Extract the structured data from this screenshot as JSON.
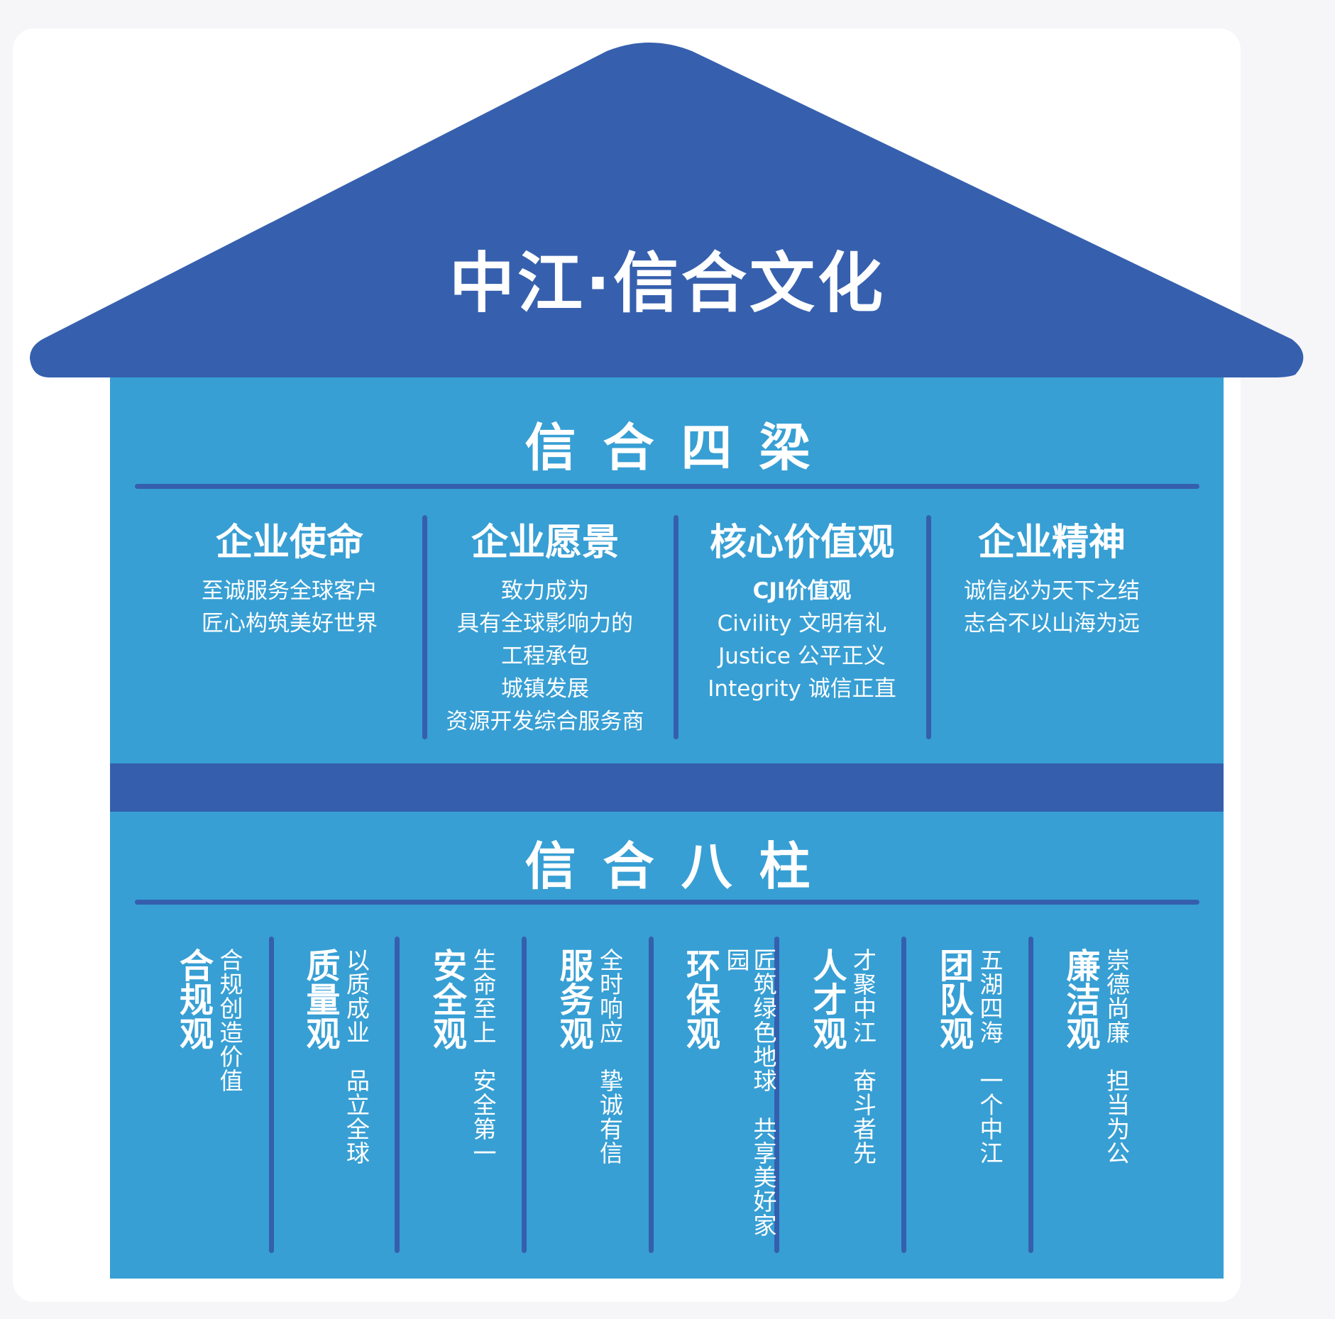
{
  "title": "中江·信合文化",
  "colors": {
    "roof": "#3660ae",
    "body": "#379fd4",
    "band": "#355fad"
  },
  "beams": {
    "title": "信合四梁",
    "items": [
      {
        "heading": "企业使命",
        "lines": [
          "至诚服务全球客户",
          "匠心构筑美好世界"
        ]
      },
      {
        "heading": "企业愿景",
        "lines": [
          "致力成为",
          "具有全球影响力的",
          "工程承包",
          "城镇发展",
          "资源开发综合服务商"
        ]
      },
      {
        "heading": "核心价值观",
        "lines": [
          "CJI价值观",
          "Civility 文明有礼",
          "Justice 公平正义",
          "Integrity 诚信正直"
        ]
      },
      {
        "heading": "企业精神",
        "lines": [
          "诚信必为天下之结",
          "志合不以山海为远"
        ]
      }
    ]
  },
  "pillars": {
    "title": "信合八柱",
    "items": [
      {
        "heading": "合规观",
        "text": "合规创造价值"
      },
      {
        "heading": "质量观",
        "text": "以质成业　品立全球"
      },
      {
        "heading": "安全观",
        "text": "生命至上　安全第一"
      },
      {
        "heading": "服务观",
        "text": "全时响应　挚诚有信"
      },
      {
        "heading": "环保观",
        "text": "匠筑绿色地球　共享美好家园"
      },
      {
        "heading": "人才观",
        "text": "才聚中江　奋斗者先"
      },
      {
        "heading": "团队观",
        "text": "五湖四海　一个中江"
      },
      {
        "heading": "廉洁观",
        "text": "崇德尚廉　担当为公"
      }
    ]
  }
}
